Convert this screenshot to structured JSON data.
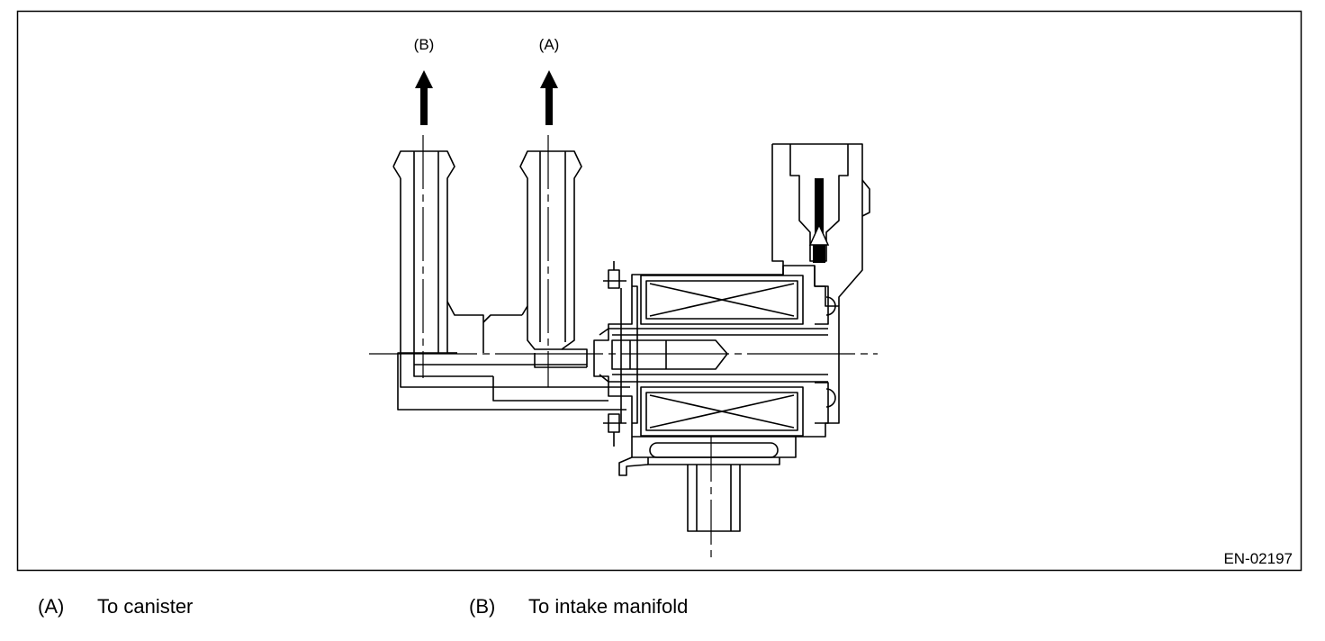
{
  "figure": {
    "id": "EN-02197",
    "callouts": {
      "a": "(A)",
      "b": "(B)"
    }
  },
  "legend": [
    {
      "key": "(A)",
      "text": "To canister"
    },
    {
      "key": "(B)",
      "text": "To intake manifold"
    }
  ]
}
